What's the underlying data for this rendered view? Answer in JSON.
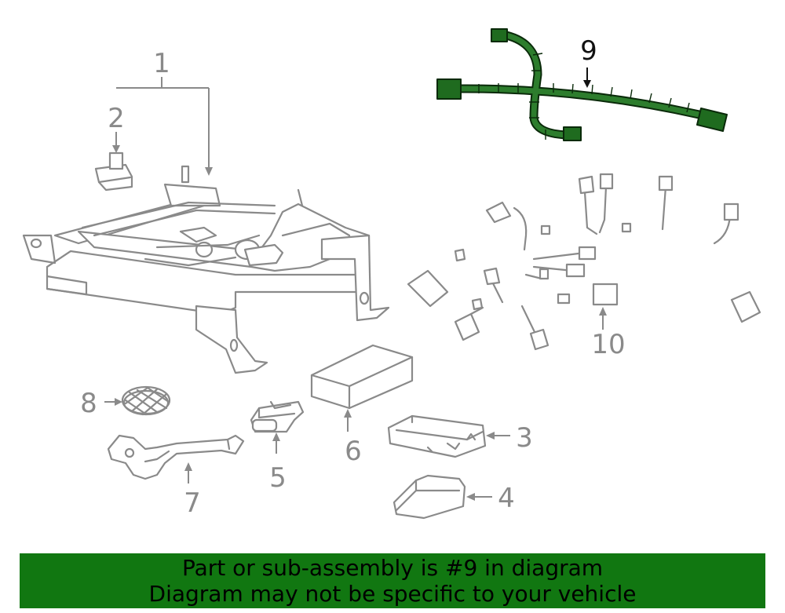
{
  "callouts": {
    "c1": "1",
    "c2": "2",
    "c3": "3",
    "c4": "4",
    "c5": "5",
    "c6": "6",
    "c7": "7",
    "c8": "8",
    "c9": "9",
    "c10": "10"
  },
  "highlighted_part": "9",
  "colors": {
    "highlight": "#1f6b1f",
    "banner": "#117711",
    "lineart": "#8a8a8a"
  },
  "banner": {
    "line1": "Part or sub-assembly is #9 in diagram",
    "line2": "Diagram may not be specific to your vehicle"
  }
}
